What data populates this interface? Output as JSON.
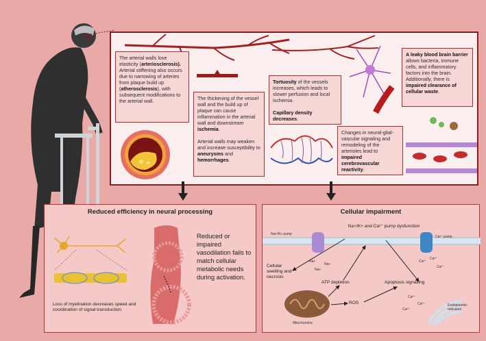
{
  "top": {
    "box1": {
      "pre": "The arterial walls lose elasticity (",
      "b1": "arteriosclerosis).",
      "mid": " Arterial stiffening also occurs due to narrowing of arteries from plaque build up (",
      "b2": "atherosclerosis",
      "post": "), with subsequent modifications to the arterial wall."
    },
    "box2": {
      "p1a": "The thickening of the vessel wall and the build up of plaque can cause inflammation in the arterial wall and downstream ",
      "p1b": "ischemia",
      "p1c": ".",
      "p2a": "Arterial walls may weaken and increase susceptibility to ",
      "p2b": "aneurysms",
      "p2c": " and ",
      "p2d": "hemorrhages",
      "p2e": "."
    },
    "box3": {
      "b1": "Tortuosity",
      "t1": " of the vessels increases, which leads to slower perfusion and local ischemia.",
      "b2": "Capillary density decreases",
      "t2": "."
    },
    "box4": {
      "text": "Changes in neural-glial-vascular signaling and remodeling of the arterioles lead to ",
      "b": "impaired cerebrovascular reactivity",
      "post": "."
    },
    "box5": {
      "b1": "A leaky blood brain barrier",
      "t1": " allows bacteria, immune cells, and inflammatory factors into the brain. Additionally, there is ",
      "b2": "impaired clearance of cellular waste",
      "post": "."
    }
  },
  "left_panel": {
    "title": "Reduced efficiency in neural processing",
    "myelin_caption": "Loss of myelination decreases speed and coordination of signal transduction",
    "vaso_text": "Reduced or impaired vasodilation fails to match cellular metabolic needs during activation."
  },
  "right_panel": {
    "title": "Cellular impairment",
    "pump_label": "Na+/K+ pump",
    "dysfunction": "Na+/K+ and Ca²⁺ pump dysfunction",
    "ca_pump": "Ca²⁺ pump",
    "na": "Na+",
    "ca": "Ca²⁺",
    "swelling": "Cellular swelling and necrosis",
    "atp": "ATP depletion",
    "apoptosis": "Apoptosis signalling",
    "ros": "ROS",
    "mito": "Mitochondria",
    "er": "Endoplasmic reticulum"
  },
  "colors": {
    "background": "#e9a9a7",
    "border": "#c0302e",
    "vessel": "#a32020",
    "panel": "#f4c9c7"
  }
}
